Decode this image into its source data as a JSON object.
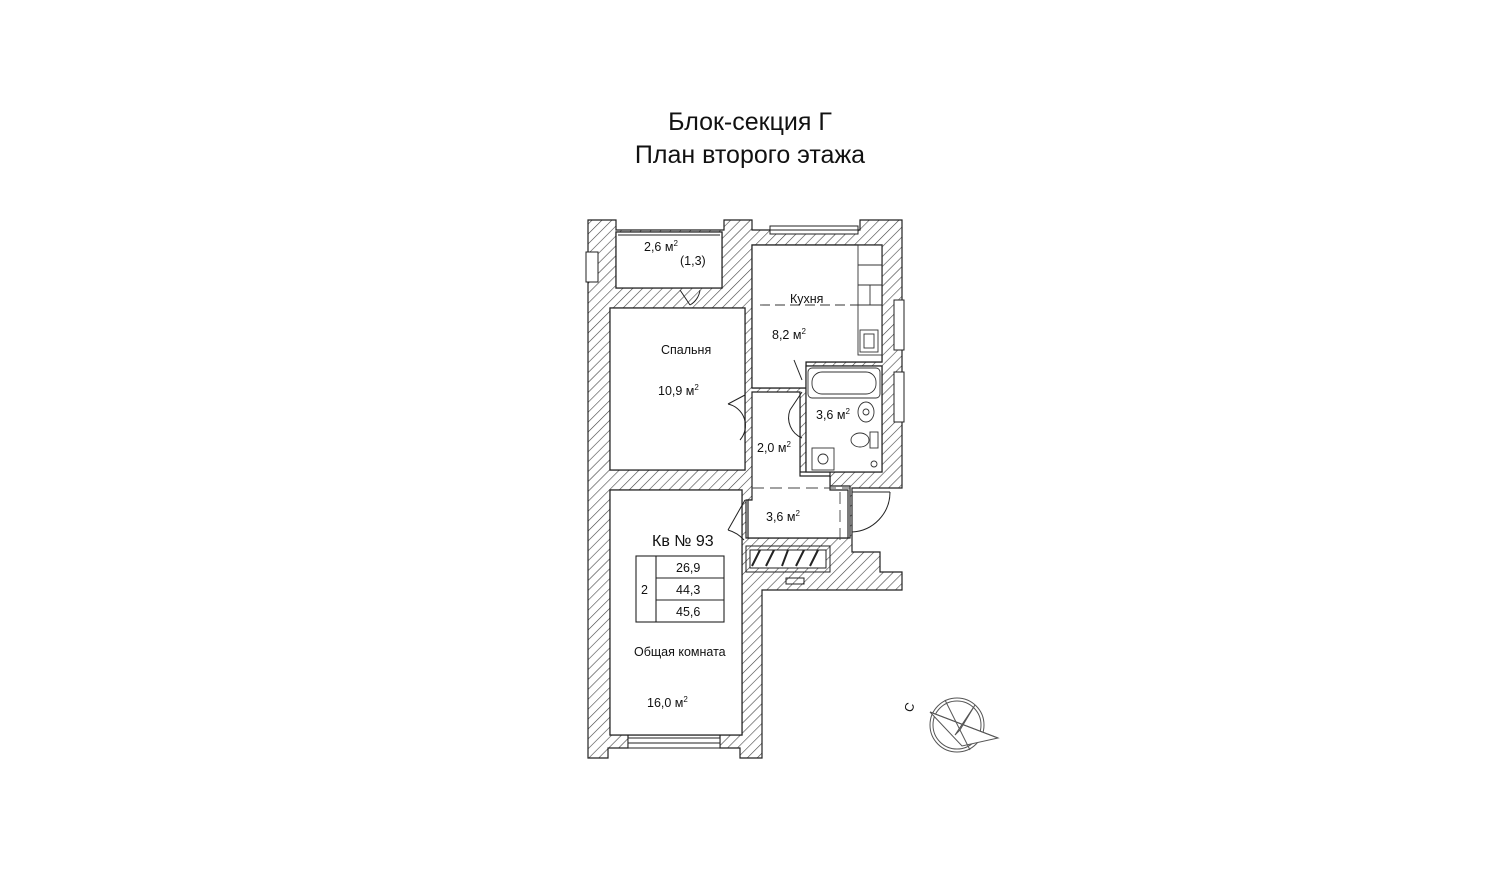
{
  "title": {
    "line1": "Блок-секция Г",
    "line2": "План второго этажа"
  },
  "rooms": {
    "balcony": {
      "area": "2,6 м",
      "coef": "(1,3)"
    },
    "kitchen": {
      "name": "Кухня",
      "area": "8,2 м"
    },
    "bedroom": {
      "name": "Спальня",
      "area": "10,9 м"
    },
    "bathroom": {
      "area": "3,6 м"
    },
    "corridor": {
      "area": "2,0 м"
    },
    "hall": {
      "area": "3,6 м"
    },
    "living": {
      "name": "Общая комната",
      "area": "16,0 м"
    }
  },
  "unit_sup": "2",
  "apartment": {
    "label": "Кв № 93",
    "rooms_count": "2",
    "living_area": "26,9",
    "total_area": "44,3",
    "total_with_balcony": "45,6"
  },
  "compass": {
    "letter": "С"
  }
}
